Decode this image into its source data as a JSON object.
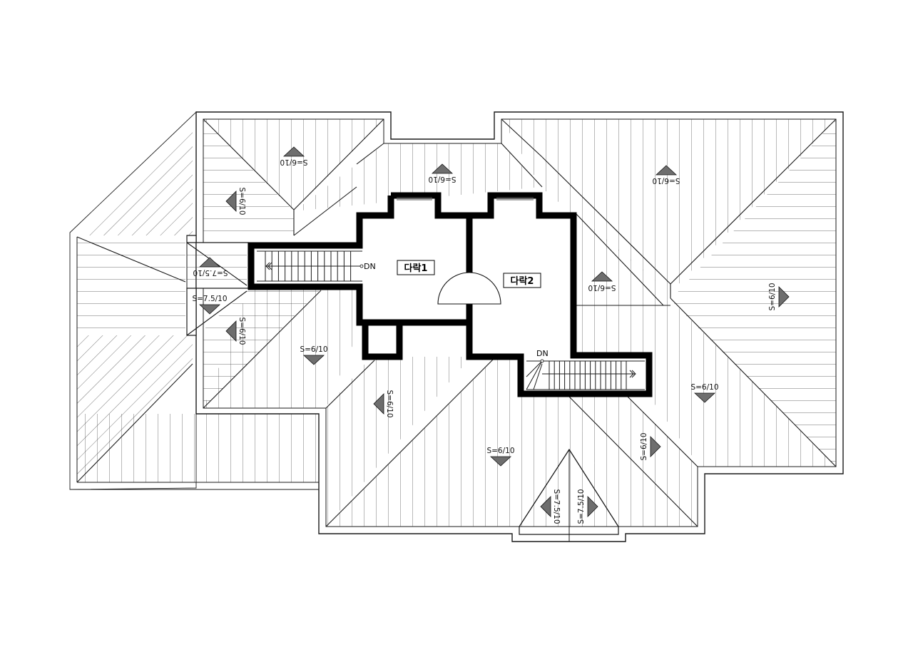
{
  "rooms": {
    "attic1": "다락1",
    "attic2": "다락2"
  },
  "stairs": {
    "left_dn": "DN",
    "right_dn": "DN"
  },
  "slopes": {
    "top_left": "S=6/10",
    "top_center": "S=6/10",
    "top_right": "S=6/10",
    "left_upper": "S=6/10",
    "left_dormer_top": "S=7.5/10",
    "left_dormer_bottom": "S=7.5/10",
    "left_lower": "S=6/10",
    "center_left": "S=6/10",
    "center_lower_vertical": "S=6/10",
    "bottom_center": "S=6/10",
    "right_middle": "S=6/10",
    "far_right": "S=6/10",
    "right_lower": "S=6/10",
    "right_bottom_vertical": "S=6/10",
    "gable_left": "S=7.5/10",
    "gable_right": "S=7.5/10"
  },
  "colors": {
    "wall": "#000000",
    "line": "#1a1a1a",
    "slope_arrow": "#6e6e6e"
  }
}
